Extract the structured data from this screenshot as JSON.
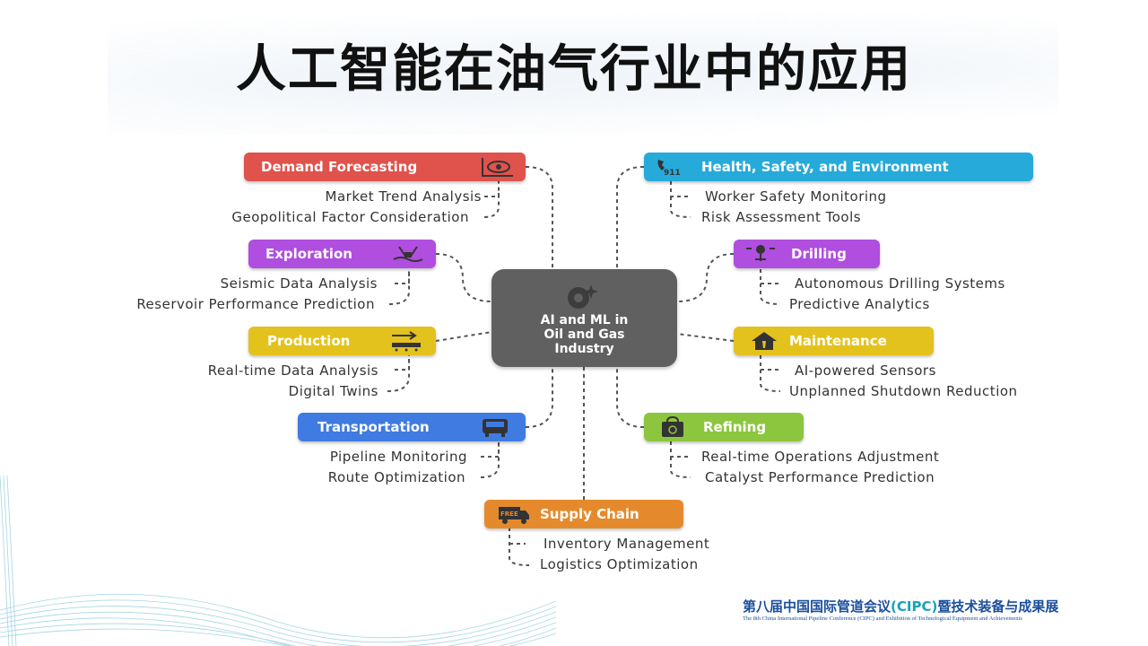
{
  "title": "人工智能在油气行业中的应用",
  "center": {
    "label": "AI and ML in\nOil and Gas\nIndustry",
    "icon": "sparkle-brain-icon"
  },
  "branches": {
    "demand": {
      "label": "Demand Forecasting",
      "color": "#e0524c",
      "icon": "eye-chart-icon",
      "items": [
        "Market Trend Analysis",
        "Geopolitical Factor Consideration"
      ]
    },
    "exploration": {
      "label": "Exploration",
      "color": "#b04ee0",
      "icon": "oil-rig-icon",
      "items": [
        "Seismic Data Analysis",
        "Reservoir Performance Prediction"
      ]
    },
    "production": {
      "label": "Production",
      "color": "#e4c21d",
      "icon": "conveyor-icon",
      "items": [
        "Real-time Data Analysis",
        "Digital Twins"
      ]
    },
    "transportation": {
      "label": "Transportation",
      "color": "#3f7be0",
      "icon": "bus-icon",
      "items": [
        "Pipeline Monitoring",
        "Route Optimization"
      ]
    },
    "supply": {
      "label": "Supply Chain",
      "color": "#e58a2c",
      "icon": "free-truck-icon",
      "items": [
        "Inventory Management",
        "Logistics Optimization"
      ]
    },
    "hse": {
      "label": "Health, Safety, and Environment",
      "color": "#26aad9",
      "icon": "phone-911-icon",
      "items": [
        "Worker Safety Monitoring",
        "Risk Assessment Tools"
      ]
    },
    "drilling": {
      "label": "Drilling",
      "color": "#b04ee0",
      "icon": "drill-icon",
      "items": [
        "Autonomous Drilling Systems",
        "Predictive Analytics"
      ]
    },
    "maintenance": {
      "label": "Maintenance",
      "color": "#e4c21d",
      "icon": "house-tool-icon",
      "items": [
        "AI-powered Sensors",
        "Unplanned Shutdown Reduction"
      ]
    },
    "refining": {
      "label": "Refining",
      "color": "#8cc63f",
      "icon": "recycle-bag-icon",
      "items": [
        "Real-time Operations Adjustment",
        "Catalyst Performance Prediction"
      ]
    }
  },
  "footer": {
    "cn_main": "第八届中国国际管道会议",
    "cn_hl": "(CIPC)",
    "cn_end": "暨技术装备与成果展",
    "en": "The 8th China International Pipeline Conference (CIPC) and Exhibition of Technological Equipment and Achievements"
  }
}
